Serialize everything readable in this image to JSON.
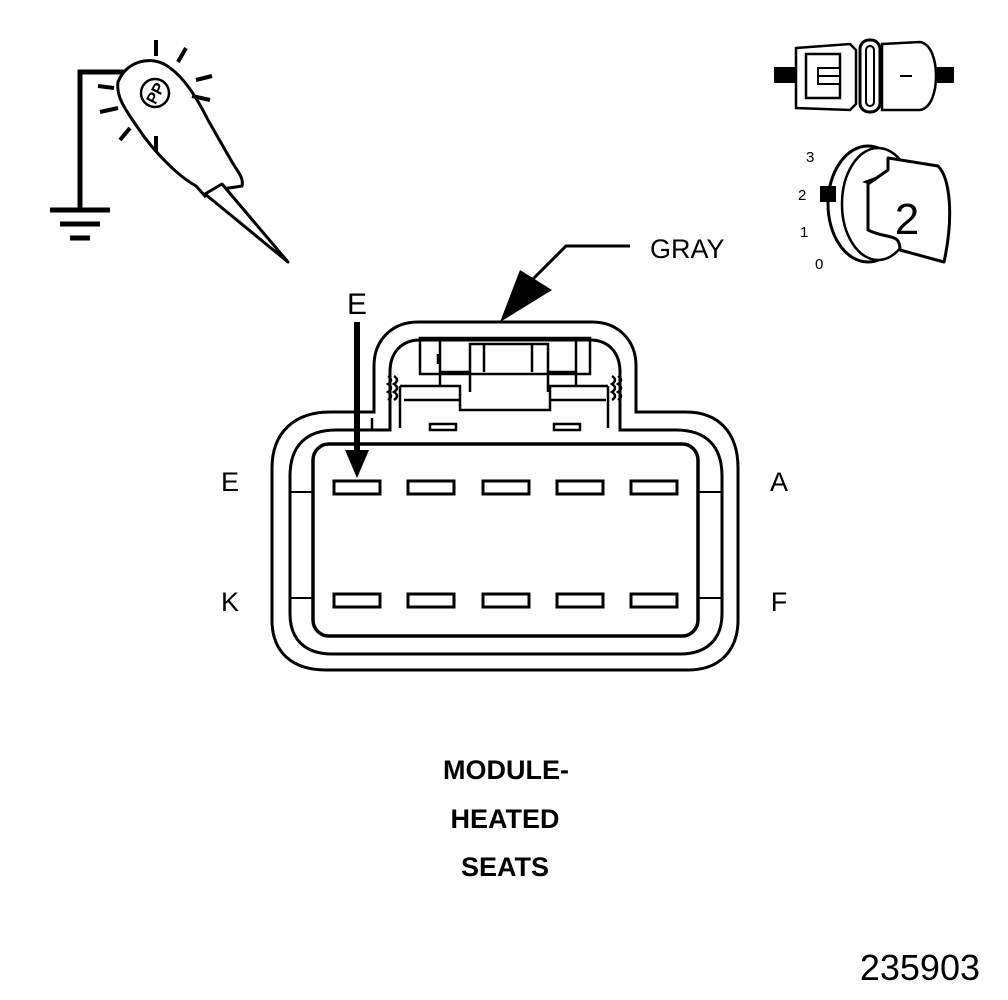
{
  "probe": {
    "symbol": "pp-icon",
    "text": "PP"
  },
  "ignition_key": {
    "position_labels": [
      "3",
      "2",
      "1",
      "0"
    ],
    "key_number": "2"
  },
  "connector": {
    "color_label": "GRAY",
    "arrow_label": "E",
    "pin_labels": {
      "top_left": "E",
      "top_right": "A",
      "bottom_left": "K",
      "bottom_right": "F"
    },
    "top_row_cavities": 5,
    "bottom_row_cavities": 5,
    "highlighted_cavity": "E"
  },
  "title_lines": [
    "MODULE-",
    "HEATED",
    "SEATS"
  ],
  "figure_number": "235903"
}
